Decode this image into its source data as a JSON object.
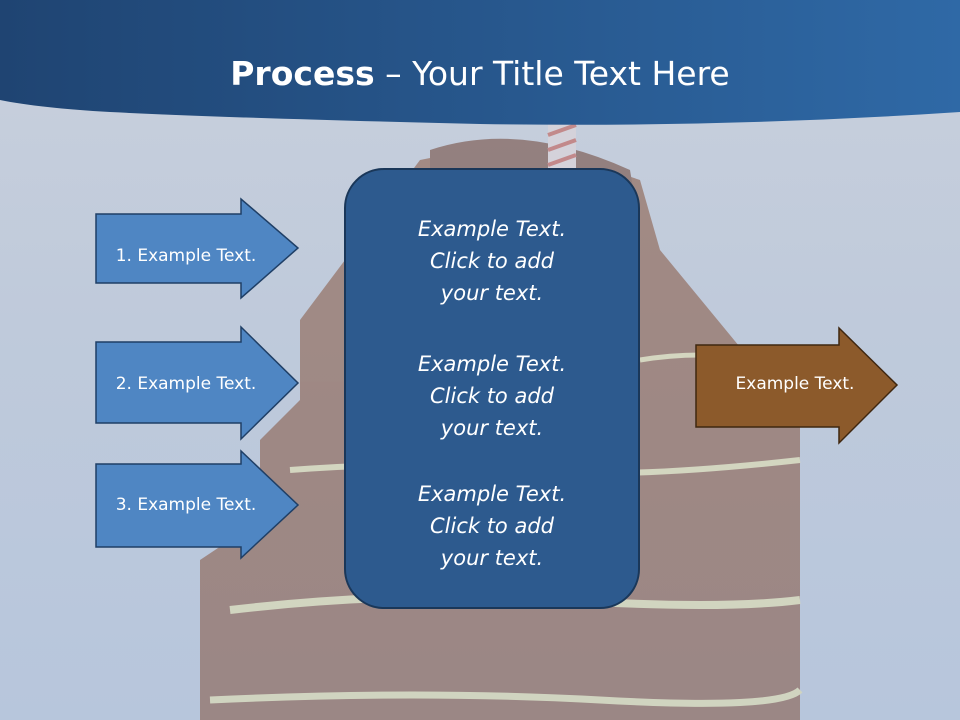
{
  "slide": {
    "title_bold": "Process",
    "title_rest": " – Your Title Text Here"
  },
  "inputs": [
    {
      "label": "1. Example Text."
    },
    {
      "label": "2. Example Text."
    },
    {
      "label": "3. Example Text."
    }
  ],
  "center": {
    "blocks": [
      {
        "text": "Example Text.\nClick  to add\nyour text."
      },
      {
        "text": "Example Text.\nClick  to add\nyour text."
      },
      {
        "text": "Example Text.\nClick  to add\nyour text."
      }
    ]
  },
  "output": {
    "label": "Example Text."
  },
  "colors": {
    "header": "#254e7e",
    "input_arrow": "#4f86c3",
    "center_box": "#2d5a8e",
    "output_arrow": "#8c5a2b"
  }
}
